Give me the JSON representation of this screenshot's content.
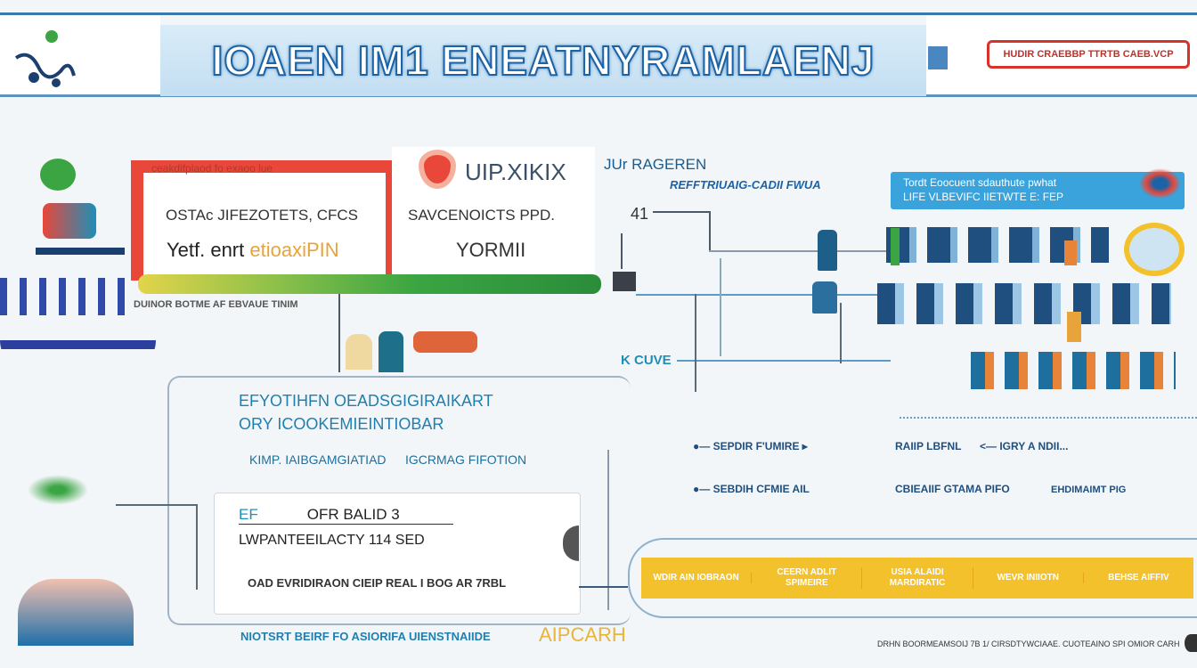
{
  "header": {
    "title": "IOAEN IM1 ENEATNYRAMLAENJ",
    "action_button": "HUDIR CRAEBBP TTRTB CAEB.VCP",
    "logo_icon": "logo-figure-icon"
  },
  "summary_card": {
    "frame_caption": "ceakdifplaod fo exaoo lue",
    "line1_left": "OSTAc JIFEZOTETS, CFCS",
    "line2_left_dark": "Yetf. enrt",
    "line2_left_orange": "etioaxiPIN",
    "brand": "UIP.XIKIX",
    "line1_right": "SAVCENOICTS PPD.",
    "line2_right": "YORMII",
    "bar_caption": "DUINOR BOTME AF EBVAUE TINIM"
  },
  "diagram": {
    "title": "JUr RAGEREN",
    "subtitle": "REFFTRIUAIG-CADII FWUA",
    "banner_line1": "Tordt Eoocuent sdauthute pwhat",
    "banner_line2": "LIFE VLBEVIFC IIETWTE E: FEP",
    "node_label": "K CUVE",
    "node_number": "41"
  },
  "lower_panel": {
    "heading1": "EFYOTIHFN OEADSGIGIRAIKART",
    "heading2": "ORY ICOOKEMIEINTIOBAR",
    "tag1": "KIMP. IAIBGAMGIATIAD",
    "tag2": "IGCRMAG FIFOTION",
    "card_line1_blue": "EF",
    "card_line1": "OFR BALID 3",
    "card_line2": "LWPANTEEILACTY 114 SED",
    "card_line3": "OAD EVRIDIRAON CIEIP REAL I BOG AR 7RBL"
  },
  "flow": {
    "row1": [
      "SEPDIR F'UMIRE",
      "RAIIP LBFNL",
      "IGRY A NDII..."
    ],
    "row2": [
      "SEBDIH CFMIE AIL",
      "CBIEAIIF GTAMA PIFO",
      "EHDIMAIMT PIG"
    ]
  },
  "yellow_bar": [
    "WDIR AIN IOBRAON",
    "CEERN ADLIT SPIMEIRE",
    "USIA ALAIDI MARDIRATIC",
    "WEVR INIIOTN",
    "BEHSE AIFFIV"
  ],
  "footer": {
    "left": "NIOTSRT BEIRF FO ASIORIFA UIENSTNAIIDE",
    "accent": "AIPCARH",
    "right": "DRHN BOORMEAMSOIJ 7B 1/ CIRSDTYWCIAAE. CUOTEAINO SPI OMIOR CARH"
  },
  "colors": {
    "primary": "#1b63a6",
    "red": "#e8473a",
    "yellow": "#f3c12c",
    "teal": "#1e8fb8",
    "orange": "#e8a43a"
  }
}
